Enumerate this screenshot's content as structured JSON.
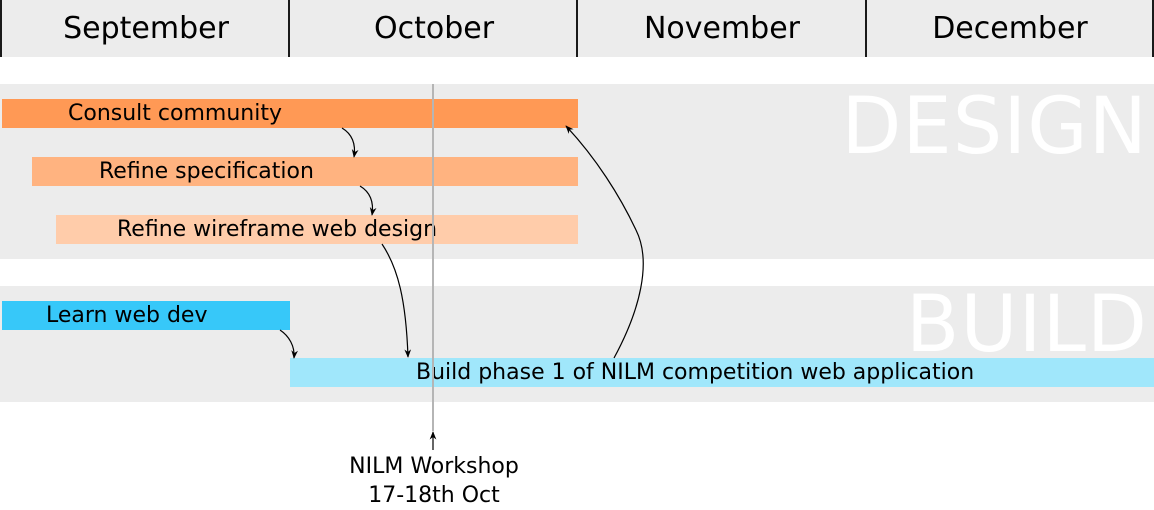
{
  "months": [
    "September",
    "October",
    "November",
    "December"
  ],
  "groups": [
    {
      "id": "design",
      "label": "DESIGN"
    },
    {
      "id": "build",
      "label": "BUILD"
    }
  ],
  "tasks": [
    {
      "id": "consult",
      "label": "Consult community",
      "color": "#ff9955"
    },
    {
      "id": "spec",
      "label": "Refine specification",
      "color": "#ffb380"
    },
    {
      "id": "wireframe",
      "label": "Refine wireframe web design",
      "color": "#ffccaa"
    },
    {
      "id": "learn",
      "label": "Learn web dev",
      "color": "#37c8f9"
    },
    {
      "id": "build1",
      "label": "Build phase 1 of NILM competition web application",
      "color": "#a0e7fb"
    }
  ],
  "milestone": {
    "line1": "NILM Workshop",
    "line2": "17-18th Oct"
  },
  "colors": {
    "band": "#ececec",
    "header": "#ececec",
    "today_line": "#b5b5b5"
  }
}
